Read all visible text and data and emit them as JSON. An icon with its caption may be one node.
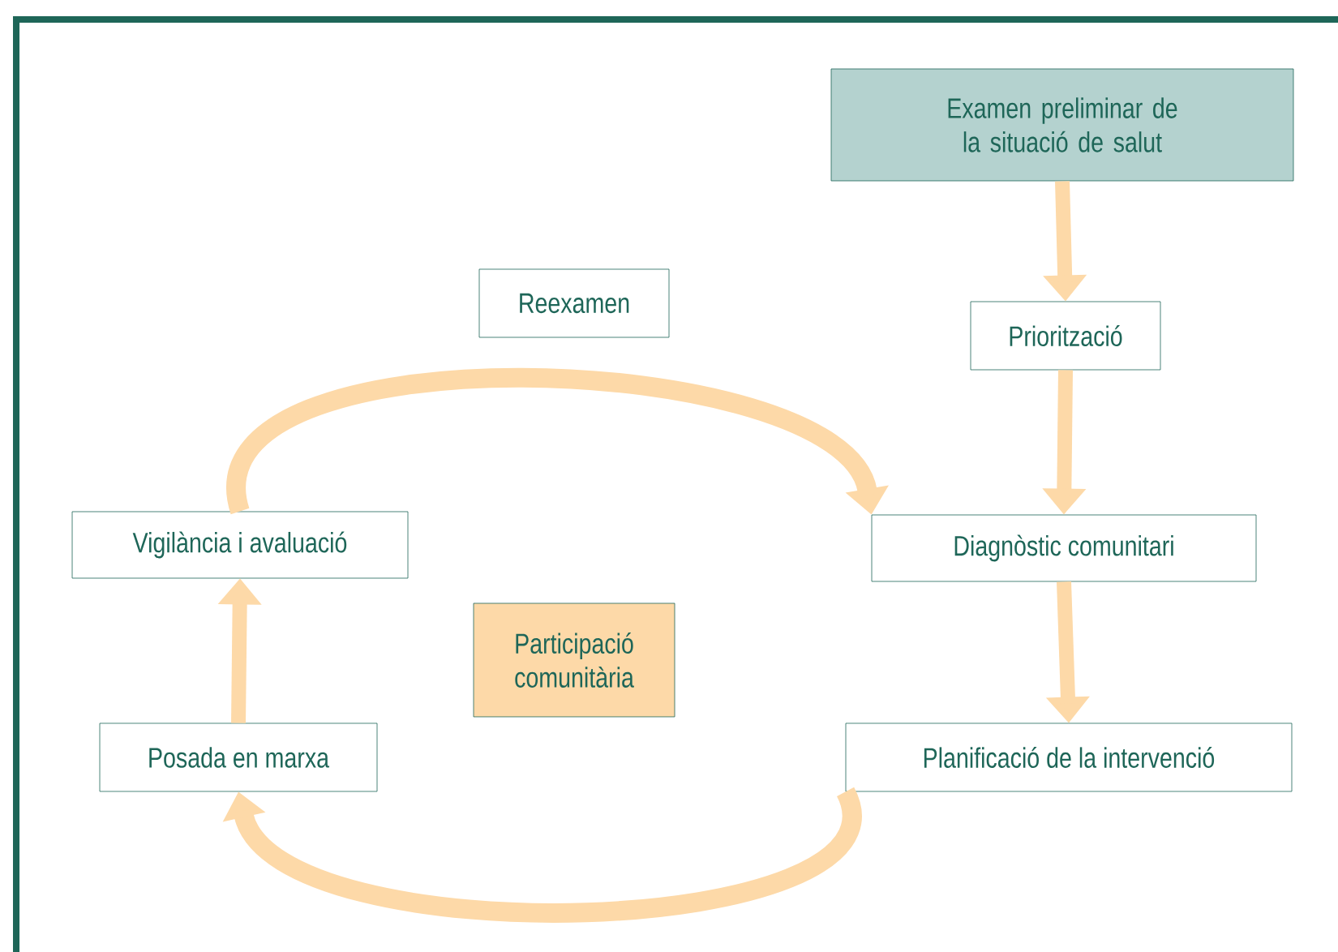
{
  "diagram": {
    "nodes": [
      {
        "text": [
          "Examen preliminar de la situació de salut"
        ]
      },
      {
        "text": [
          "Reexamen"
        ]
      },
      {
        "text": [
          "Priorització"
        ]
      },
      {
        "text": [
          "Vigilància i avaluació"
        ]
      },
      {
        "text": [
          "Diagnòstic comunitari"
        ]
      },
      {
        "text": [
          "Participació comunitària"
        ]
      },
      {
        "text": [
          "Posada en marxa"
        ]
      },
      {
        "text": [
          "Planificació de la intervenció"
        ]
      }
    ],
    "edges": [
      {
        "from": 0,
        "to": 2,
        "arrow": "to"
      },
      {
        "from": 2,
        "to": 4,
        "arrow": "to"
      },
      {
        "from": 4,
        "to": 7,
        "arrow": "to"
      },
      {
        "from": 7,
        "to": 6,
        "arrow": "to"
      },
      {
        "from": 6,
        "to": 3,
        "arrow": "to"
      },
      {
        "from": 3,
        "to": 4,
        "arrow": "to"
      }
    ]
  }
}
